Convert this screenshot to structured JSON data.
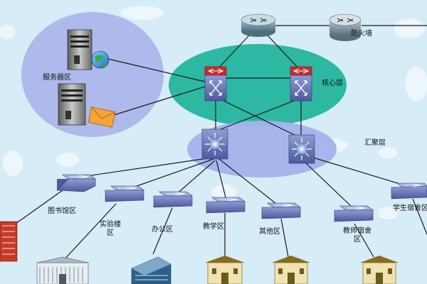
{
  "colors": {
    "background": "#d6ecf7",
    "server_zone": "#aab5ea",
    "core_zone": "#2cb8a2",
    "aggregation_zone": "#a3b3ec",
    "switch_body": "#5a68ad",
    "link": "#1a1a1a"
  },
  "zones": {
    "server_area": "服务器区",
    "core_layer": "核心层",
    "aggregation_layer": "汇聚层"
  },
  "devices": {
    "firewall": "防火墙"
  },
  "access": {
    "library": "图书馆区",
    "lab_building": "实验楼\n区",
    "office": "办公区",
    "teaching": "教学区",
    "other": "其他区",
    "faculty_dorm": "教师宿舍\n区",
    "student_dorm": "学生宿舍区"
  }
}
